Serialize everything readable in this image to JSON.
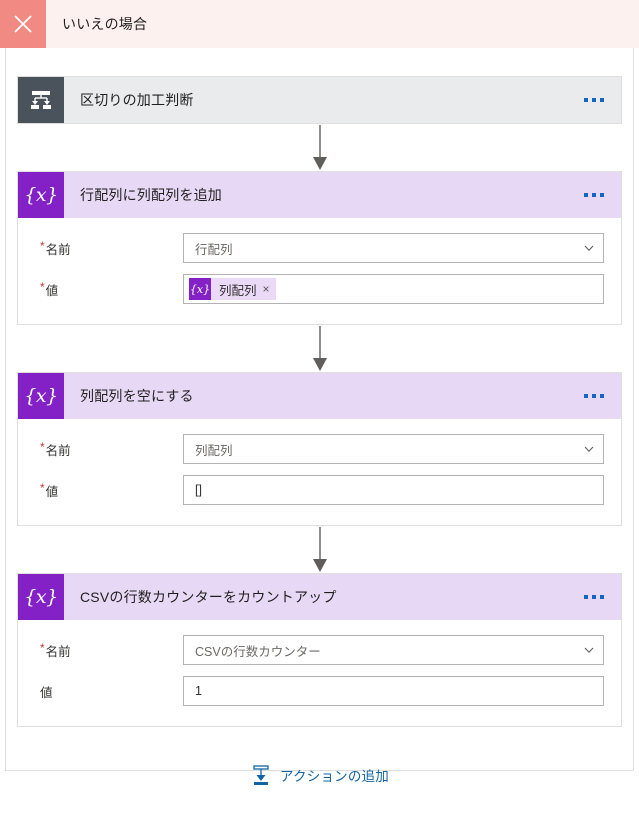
{
  "header": {
    "icon": "close-x-icon",
    "title": "いいえの場合",
    "icon_bg": "#f08a83",
    "bar_bg": "#fdf1f0"
  },
  "actions": [
    {
      "id": "scope-judge",
      "icon": "control-condition-icon",
      "icon_bg": "#4a525c",
      "head_bg": "#e9ebed",
      "title": "区切りの加工判断",
      "menu": "more-options",
      "fields": []
    },
    {
      "id": "append-col-to-row",
      "icon": "variables-braces-x-icon",
      "icon_bg": "#8320c6",
      "head_bg": "#e7d9f5",
      "title": "行配列に列配列を追加",
      "menu": "more-options",
      "fields": [
        {
          "type": "combo",
          "label": "名前",
          "required": true,
          "value": "行配列"
        },
        {
          "type": "token",
          "label": "値",
          "required": true,
          "token_icon": "variables-braces-x-icon",
          "token_label": "列配列",
          "token_close": "×"
        }
      ]
    },
    {
      "id": "empty-col-array",
      "icon": "variables-braces-x-icon",
      "icon_bg": "#8320c6",
      "head_bg": "#e7d9f5",
      "title": "列配列を空にする",
      "menu": "more-options",
      "fields": [
        {
          "type": "combo",
          "label": "名前",
          "required": true,
          "value": "列配列"
        },
        {
          "type": "text",
          "label": "値",
          "required": true,
          "value": "[]"
        }
      ]
    },
    {
      "id": "increment-csv-row-counter",
      "icon": "variables-braces-x-icon",
      "icon_bg": "#8320c6",
      "head_bg": "#e7d9f5",
      "title": "CSVの行数カウンターをカウントアップ",
      "menu": "more-options",
      "fields": [
        {
          "type": "combo",
          "label": "名前",
          "required": true,
          "value": "CSVの行数カウンター"
        },
        {
          "type": "text",
          "label": "値",
          "required": false,
          "value": "1"
        }
      ]
    }
  ],
  "add_action": {
    "icon": "add-action-icon",
    "label": "アクションの追加",
    "color": "#1264a3"
  },
  "glyphs": {
    "braces_x": "{x}",
    "required_mark": "*"
  }
}
